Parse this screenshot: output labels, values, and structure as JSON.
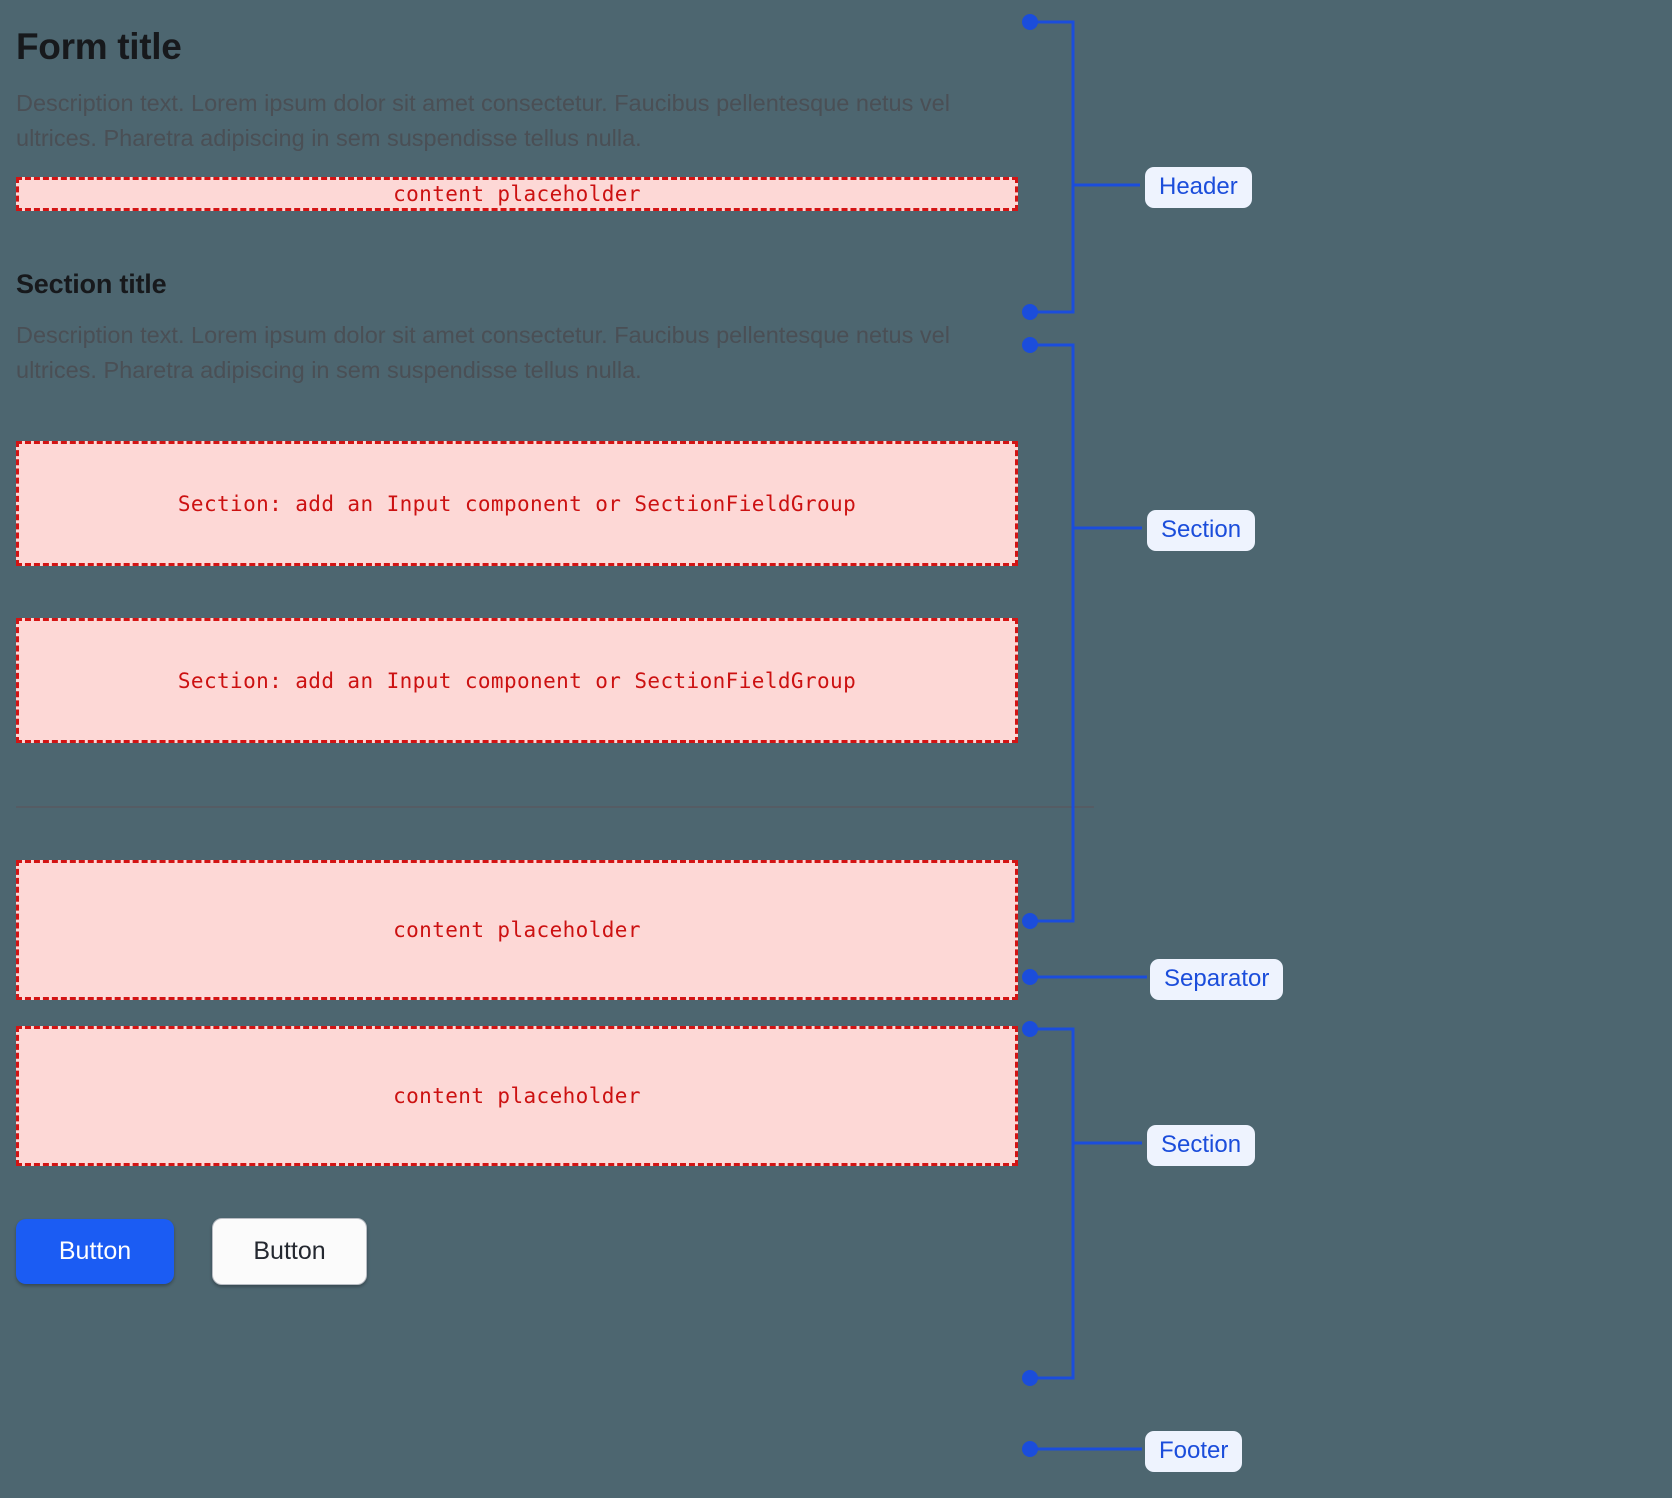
{
  "theme": {
    "page_background": "#4d6670",
    "placeholder_fill": "#fdd8d6",
    "placeholder_border": "#d31414",
    "placeholder_text": "#cc1111",
    "annotation_accent": "#1b4ddb",
    "annotation_chip_bg": "#eef3fe",
    "primary_button_bg": "#1b5cf3",
    "separator_color": "#555c64",
    "heading_color": "#17191c",
    "body_text_color": "#4a4f55"
  },
  "header": {
    "title": "Form title",
    "description": "Description text. Lorem ipsum dolor sit amet consectetur. Faucibus pellentesque netus vel ultrices. Pharetra adipiscing in sem suspendisse tellus nulla.",
    "placeholder": "content placeholder"
  },
  "section": {
    "title": "Section title",
    "description": "Description text. Lorem ipsum dolor sit amet consectetur. Faucibus pellentesque netus vel ultrices. Pharetra adipiscing in sem suspendisse tellus nulla.",
    "field_placeholder_1": "Section: add an Input component or SectionFieldGroup",
    "field_placeholder_2": "Section: add an Input component or SectionFieldGroup"
  },
  "section_two": {
    "placeholder_1": "content placeholder",
    "placeholder_2": "content placeholder"
  },
  "footer": {
    "primary_button": "Button",
    "secondary_button": "Button"
  },
  "annotations": {
    "header": "Header",
    "section_one": "Section",
    "separator": "Separator",
    "section_two": "Section",
    "footer": "Footer"
  }
}
